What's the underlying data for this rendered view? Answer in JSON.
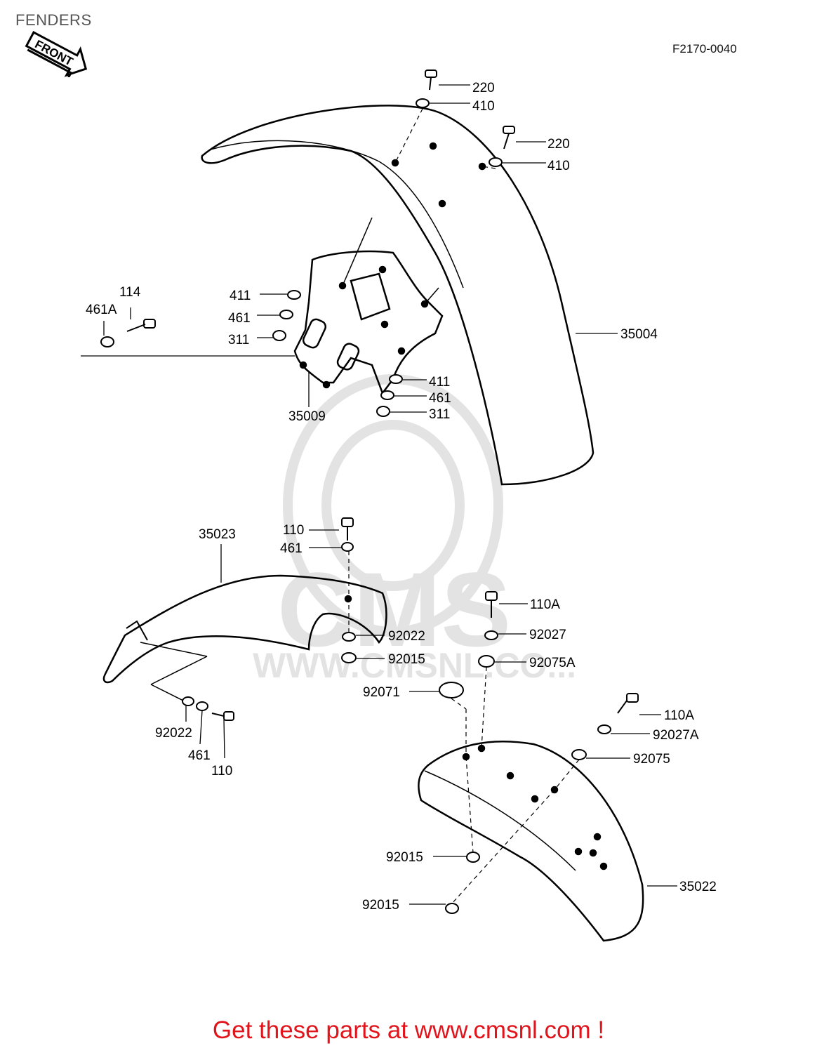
{
  "header": {
    "title": "FENDERS",
    "figure_code": "F2170-0040",
    "front_marker": "FRONT"
  },
  "watermark": {
    "brand": "CMS",
    "url": "WWW.CMSNL.CO..."
  },
  "footer": {
    "promo_text": "Get these parts at www.cmsnl.com !"
  },
  "parts": [
    {
      "id": "p220a",
      "number": "220"
    },
    {
      "id": "p410a",
      "number": "410"
    },
    {
      "id": "p220b",
      "number": "220"
    },
    {
      "id": "p410b",
      "number": "410"
    },
    {
      "id": "p114",
      "number": "114"
    },
    {
      "id": "p461Aa",
      "number": "461A"
    },
    {
      "id": "p411a",
      "number": "411"
    },
    {
      "id": "p461a",
      "number": "461"
    },
    {
      "id": "p311a",
      "number": "311"
    },
    {
      "id": "p35004",
      "number": "35004"
    },
    {
      "id": "p411b",
      "number": "411"
    },
    {
      "id": "p461b",
      "number": "461"
    },
    {
      "id": "p311b",
      "number": "311"
    },
    {
      "id": "p35009",
      "number": "35009"
    },
    {
      "id": "p110a",
      "number": "110"
    },
    {
      "id": "p461c",
      "number": "461"
    },
    {
      "id": "p35023",
      "number": "35023"
    },
    {
      "id": "p110Aa",
      "number": "110A"
    },
    {
      "id": "p92022a",
      "number": "92022"
    },
    {
      "id": "p92027",
      "number": "92027"
    },
    {
      "id": "p92015a",
      "number": "92015"
    },
    {
      "id": "p92075A",
      "number": "92075A"
    },
    {
      "id": "p92071",
      "number": "92071"
    },
    {
      "id": "p110Ab",
      "number": "110A"
    },
    {
      "id": "p92027A",
      "number": "92027A"
    },
    {
      "id": "p92075",
      "number": "92075"
    },
    {
      "id": "p92022b",
      "number": "92022"
    },
    {
      "id": "p461d",
      "number": "461"
    },
    {
      "id": "p110b",
      "number": "110"
    },
    {
      "id": "p92015b",
      "number": "92015"
    },
    {
      "id": "p35022",
      "number": "35022"
    },
    {
      "id": "p92015c",
      "number": "92015"
    }
  ]
}
